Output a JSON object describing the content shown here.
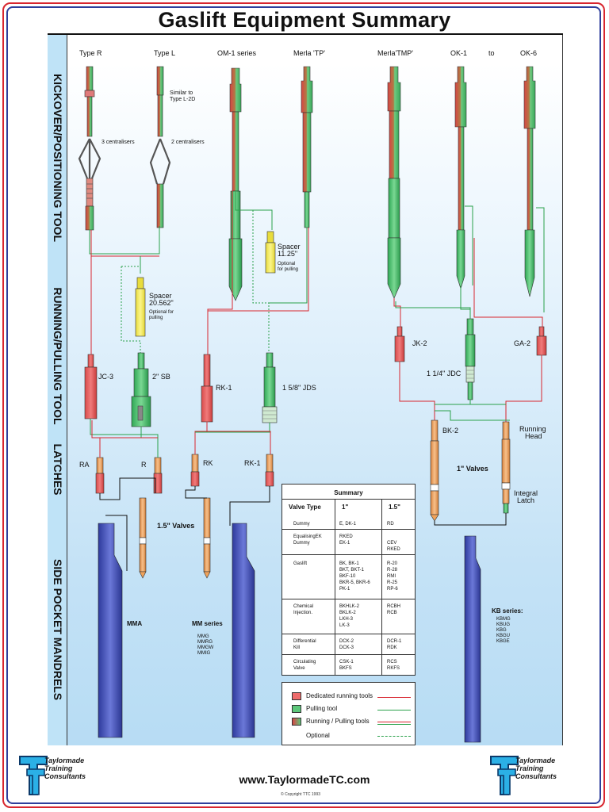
{
  "title": "Gaslift Equipment Summary",
  "sections": {
    "kickover": "KICKOVER/POSITIONING TOOL",
    "running": "RUNNING/PULLING TOOL",
    "latches": "LATCHES",
    "mandrels": "SIDE POCKET MANDRELS"
  },
  "kickover_tools": {
    "type_r": "Type R",
    "type_l": "Type L",
    "om1": "OM-1 series",
    "merla_tp": "Merla 'TP'",
    "merla_tmp": "Merla'TMP'",
    "ok1": "OK-1",
    "to": "to",
    "ok6": "OK-6",
    "similar_note_1": "Similar to",
    "similar_note_2": "Type L-2D",
    "centralisers_3": "3 centralisers",
    "centralisers_2": "2 centralisers"
  },
  "spacers": {
    "spacer_long_1": "Spacer",
    "spacer_long_2": "20.562\"",
    "spacer_long_opt_1": "Optional for",
    "spacer_long_opt_2": "pulling",
    "spacer_short_1": "Spacer",
    "spacer_short_2": "11.25\"",
    "spacer_short_opt_1": "Optional",
    "spacer_short_opt_2": "for pulling"
  },
  "running_tools": {
    "jc3": "JC-3",
    "sb": "2\" SB",
    "rk1": "RK-1",
    "jds": "1 5/8\" JDS",
    "jk2": "JK-2",
    "jdc": "1 1/4\" JDC",
    "ga2": "GA-2"
  },
  "latches": {
    "ra": "RA",
    "r": "R",
    "rk": "RK",
    "rk1": "RK-1",
    "bk2": "BK-2",
    "running_head_1": "Running",
    "running_head_2": "Head",
    "integral_1": "Integral",
    "integral_2": "Latch"
  },
  "valves": {
    "valves_15": "1.5\" Valves",
    "valves_1": "1\" Valves"
  },
  "mandrels": {
    "mma": "MMA",
    "mm_series": "MM series",
    "mm_list": [
      "MMG",
      "MMRG",
      "MMGW",
      "MMIG"
    ],
    "kb_series": "KB series:",
    "kb_list": [
      "KBMG",
      "KBUG",
      "KBG",
      "KBGU",
      "KBGE"
    ]
  },
  "summary": {
    "title": "Summary",
    "col_type": "Valve Type",
    "col_1in": "1\"",
    "col_15in": "1.5\"",
    "rows": [
      {
        "type": "Dummy",
        "one": "E, DK-1",
        "onefive": "RD"
      },
      {
        "type": "EqualisingEK\nDummy",
        "one": "RKED\nEK-1",
        "onefive": "\nCEV\nRKED"
      },
      {
        "type": "Gaslift",
        "one": "BK, BK-1\nBKT, BKT-1\nBKF-10\nBKR-5, BKR-6\nPK-1",
        "onefive": "R-20\nR-28\nRMI\nR-25\nRP-6"
      },
      {
        "type": "Chemical\nInjection.",
        "one": "BKHLK-2\nBKLK-2\nLKH-3\nLK-3",
        "onefive": "RCBH\nRCB"
      },
      {
        "type": "Differential\nKill",
        "one": "DCK-2\nDCK-3",
        "onefive": "DCR-1\nRDK"
      },
      {
        "type": "Circulating\nValve",
        "one": "CSK-1\nBKFS",
        "onefive": "RCS\nRKFS"
      }
    ]
  },
  "legend": {
    "dedicated": "Dedicated running tools",
    "pulling": "Pulling tool",
    "running_pulling": "Running / Pulling tools",
    "optional": "Optional"
  },
  "colors": {
    "red_tool": "#ee6b6b",
    "green_tool": "#5cc77a",
    "orange_valve": "#f0a25a",
    "mandrel_blue": "#4a56c4",
    "red_line": "#d8262f",
    "green_line": "#2aa14a",
    "yellow_spacer": "#f7ef62"
  },
  "footer": {
    "url": "www.TaylormadeTC.com",
    "copyright": "© Copyright TTC 1993",
    "logo_line1": "Taylormade",
    "logo_line2": "Training",
    "logo_line3": "Consultants"
  }
}
